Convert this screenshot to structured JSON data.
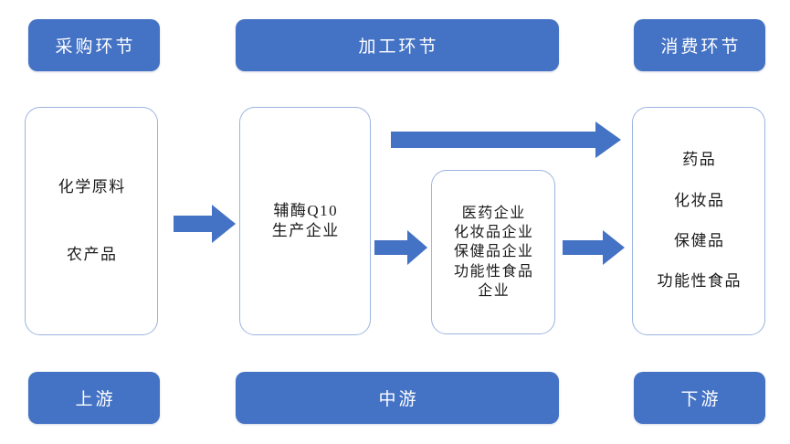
{
  "accent_color": "#4472C4",
  "box_border_color": "#9BB4E0",
  "background_color": "#ffffff",
  "top_stages": [
    {
      "id": "procurement",
      "label": "采购环节"
    },
    {
      "id": "processing",
      "label": "加工环节"
    },
    {
      "id": "consumption",
      "label": "消费环节"
    }
  ],
  "bottom_tiers": [
    {
      "id": "upstream",
      "label": "上游"
    },
    {
      "id": "midstream",
      "label": "中游"
    },
    {
      "id": "downstream",
      "label": "下游"
    }
  ],
  "nodes": {
    "raw_materials": {
      "id": "raw-materials",
      "lines": [
        "化学原料",
        "农产品"
      ]
    },
    "producer": {
      "id": "coq10-producer",
      "lines": [
        "辅酶Q10",
        "生产企业"
      ]
    },
    "enterprises": {
      "id": "downstream-enterprises",
      "lines": [
        "医药企业",
        "化妆品企业",
        "保健品企业",
        "功能性食品",
        "企业"
      ]
    },
    "products": {
      "id": "end-products",
      "lines": [
        "药品",
        "化妆品",
        "保健品",
        "功能性食品"
      ]
    }
  },
  "arrows": [
    {
      "id": "raw-to-producer",
      "semantic": "right-block-arrow",
      "direction": "right"
    },
    {
      "id": "producer-to-products",
      "semantic": "right-block-arrow",
      "direction": "right"
    },
    {
      "id": "producer-to-enterprises",
      "semantic": "right-block-arrow",
      "direction": "right"
    },
    {
      "id": "enterprises-to-products",
      "semantic": "right-block-arrow",
      "direction": "right"
    }
  ]
}
